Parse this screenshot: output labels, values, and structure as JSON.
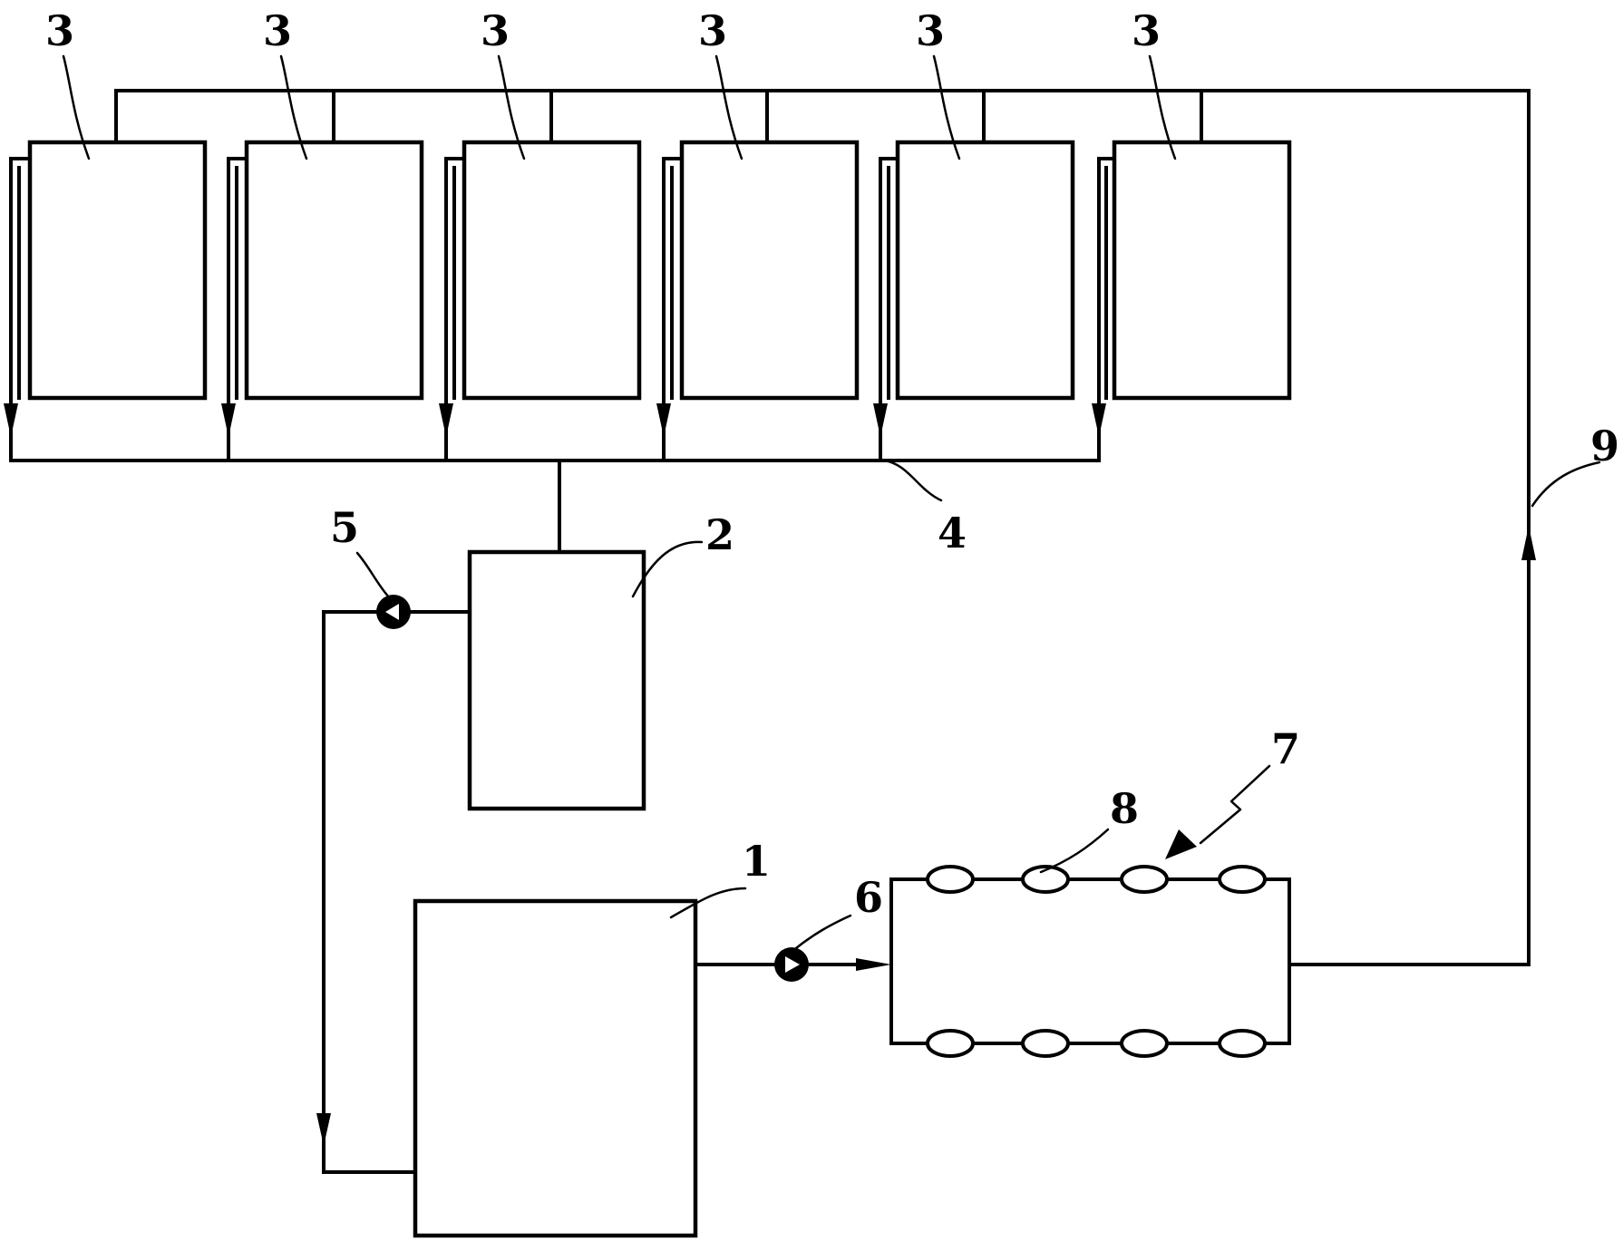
{
  "labels": {
    "tank_1": "1",
    "tank_2": "2",
    "units_3": [
      "3",
      "3",
      "3",
      "3",
      "3",
      "3"
    ],
    "collector_4": "4",
    "pump_5": "5",
    "pump_6": "6",
    "assembly_7": "7",
    "nozzle_8": "8",
    "return_pipe_9": "9"
  },
  "colors": {
    "line": "#000000",
    "background": "#ffffff"
  }
}
